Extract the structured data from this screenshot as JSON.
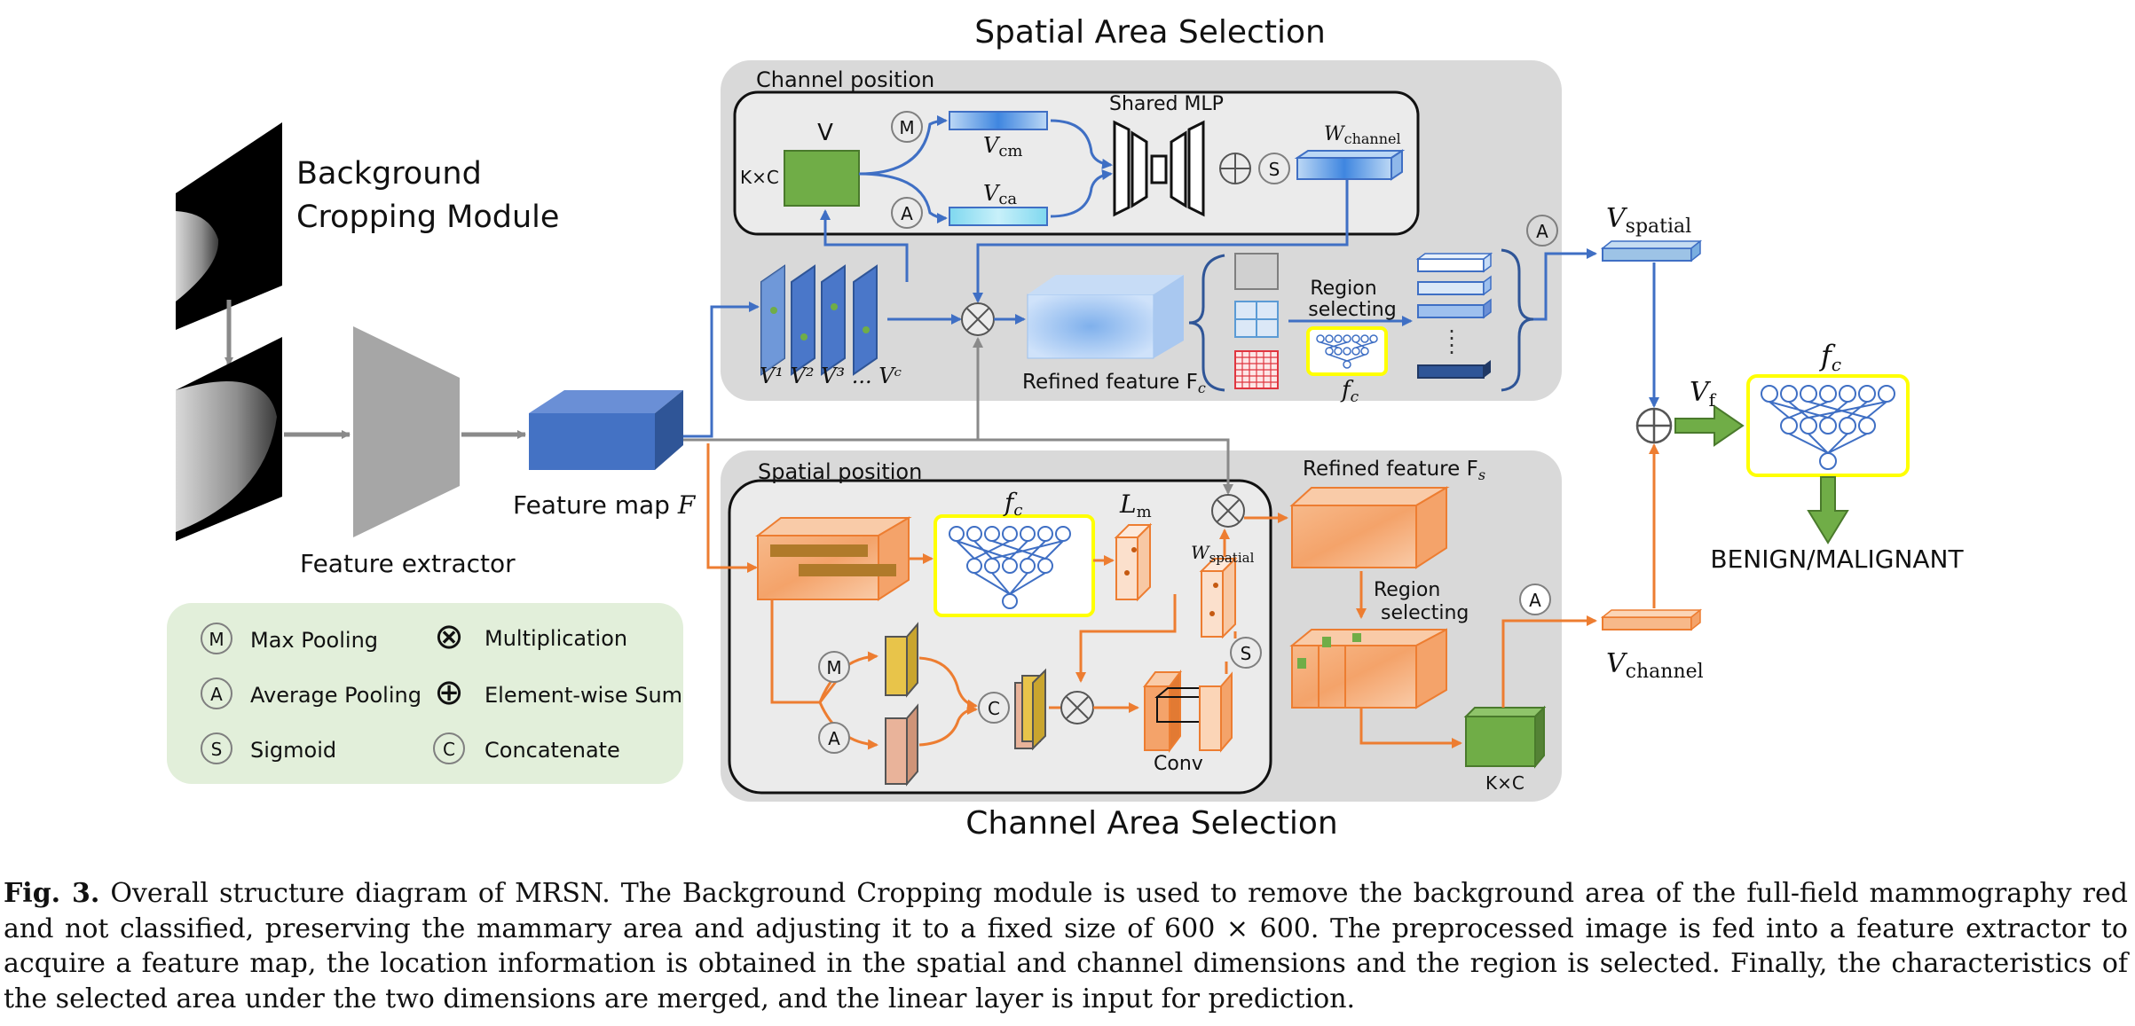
{
  "figure": {
    "titles": {
      "spatial_area": "Spatial Area Selection",
      "channel_area": "Channel Area Selection"
    },
    "left": {
      "bg_module_line1": "Background",
      "bg_module_line2": "Cropping Module",
      "feature_extractor": "Feature extractor",
      "feature_map": "Feature map",
      "feature_map_symbol": "F"
    },
    "legend": [
      {
        "glyph": "M",
        "label": "Max Pooling"
      },
      {
        "glyph": "A",
        "label": "Average Pooling"
      },
      {
        "glyph": "S",
        "label": "Sigmoid"
      },
      {
        "glyph": "⊗",
        "label": "Multiplication"
      },
      {
        "glyph": "⊕",
        "label": "Element-wise Sum"
      },
      {
        "glyph": "C",
        "label": "Concatenate"
      }
    ],
    "channel_position": {
      "label": "Channel position",
      "v": "V",
      "kxc": "K×C",
      "vcm": "V",
      "vcm_sub": "cm",
      "vca": "V",
      "vca_sub": "ca",
      "shared_mlp": "Shared MLP",
      "w": "W",
      "w_sub": "channel",
      "m": "M",
      "a": "A",
      "s": "S"
    },
    "spatial_top": {
      "stack_label": "V¹ V² V³ ... Vᶜ",
      "refined": "Refined feature F",
      "refined_sub": "c",
      "region_line1": "Region",
      "region_line2": "selecting",
      "fc": "f",
      "fc_sub": "c",
      "a": "A",
      "vspatial": "V",
      "vspatial_sub": "spatial"
    },
    "spatial_position": {
      "label": "Spatial position",
      "fc": "f",
      "fc_sub": "c",
      "lm": "L",
      "lm_sub": "m",
      "w": "W",
      "w_sub": "spatial",
      "m": "M",
      "a": "A",
      "c": "C",
      "s": "S",
      "conv": "Conv"
    },
    "channel_area": {
      "refined": "Refined feature F",
      "refined_sub": "s",
      "region_line1": "Region",
      "region_line2": "selecting",
      "kxc": "K×C",
      "a": "A",
      "vchannel": "V",
      "vchannel_sub": "channel"
    },
    "right": {
      "vf": "V",
      "vf_sub": "f",
      "fc": "f",
      "fc_sub": "c",
      "output": "BENIGN/MALIGNANT"
    }
  },
  "caption": {
    "label": "Fig. 3.",
    "text": "Overall structure diagram of MRSN. The Background Cropping module is used to remove the background area of the full-field mammography red and not classified, preserving the mammary area and adjusting it to a fixed size of 600 × 600. The preprocessed image is fed into a feature extractor to acquire a feature map, the location information is obtained in the spatial and channel dimensions and the region is selected. Finally, the characteristics of the selected area under the two dimensions are merged, and the linear layer is input for prediction."
  }
}
